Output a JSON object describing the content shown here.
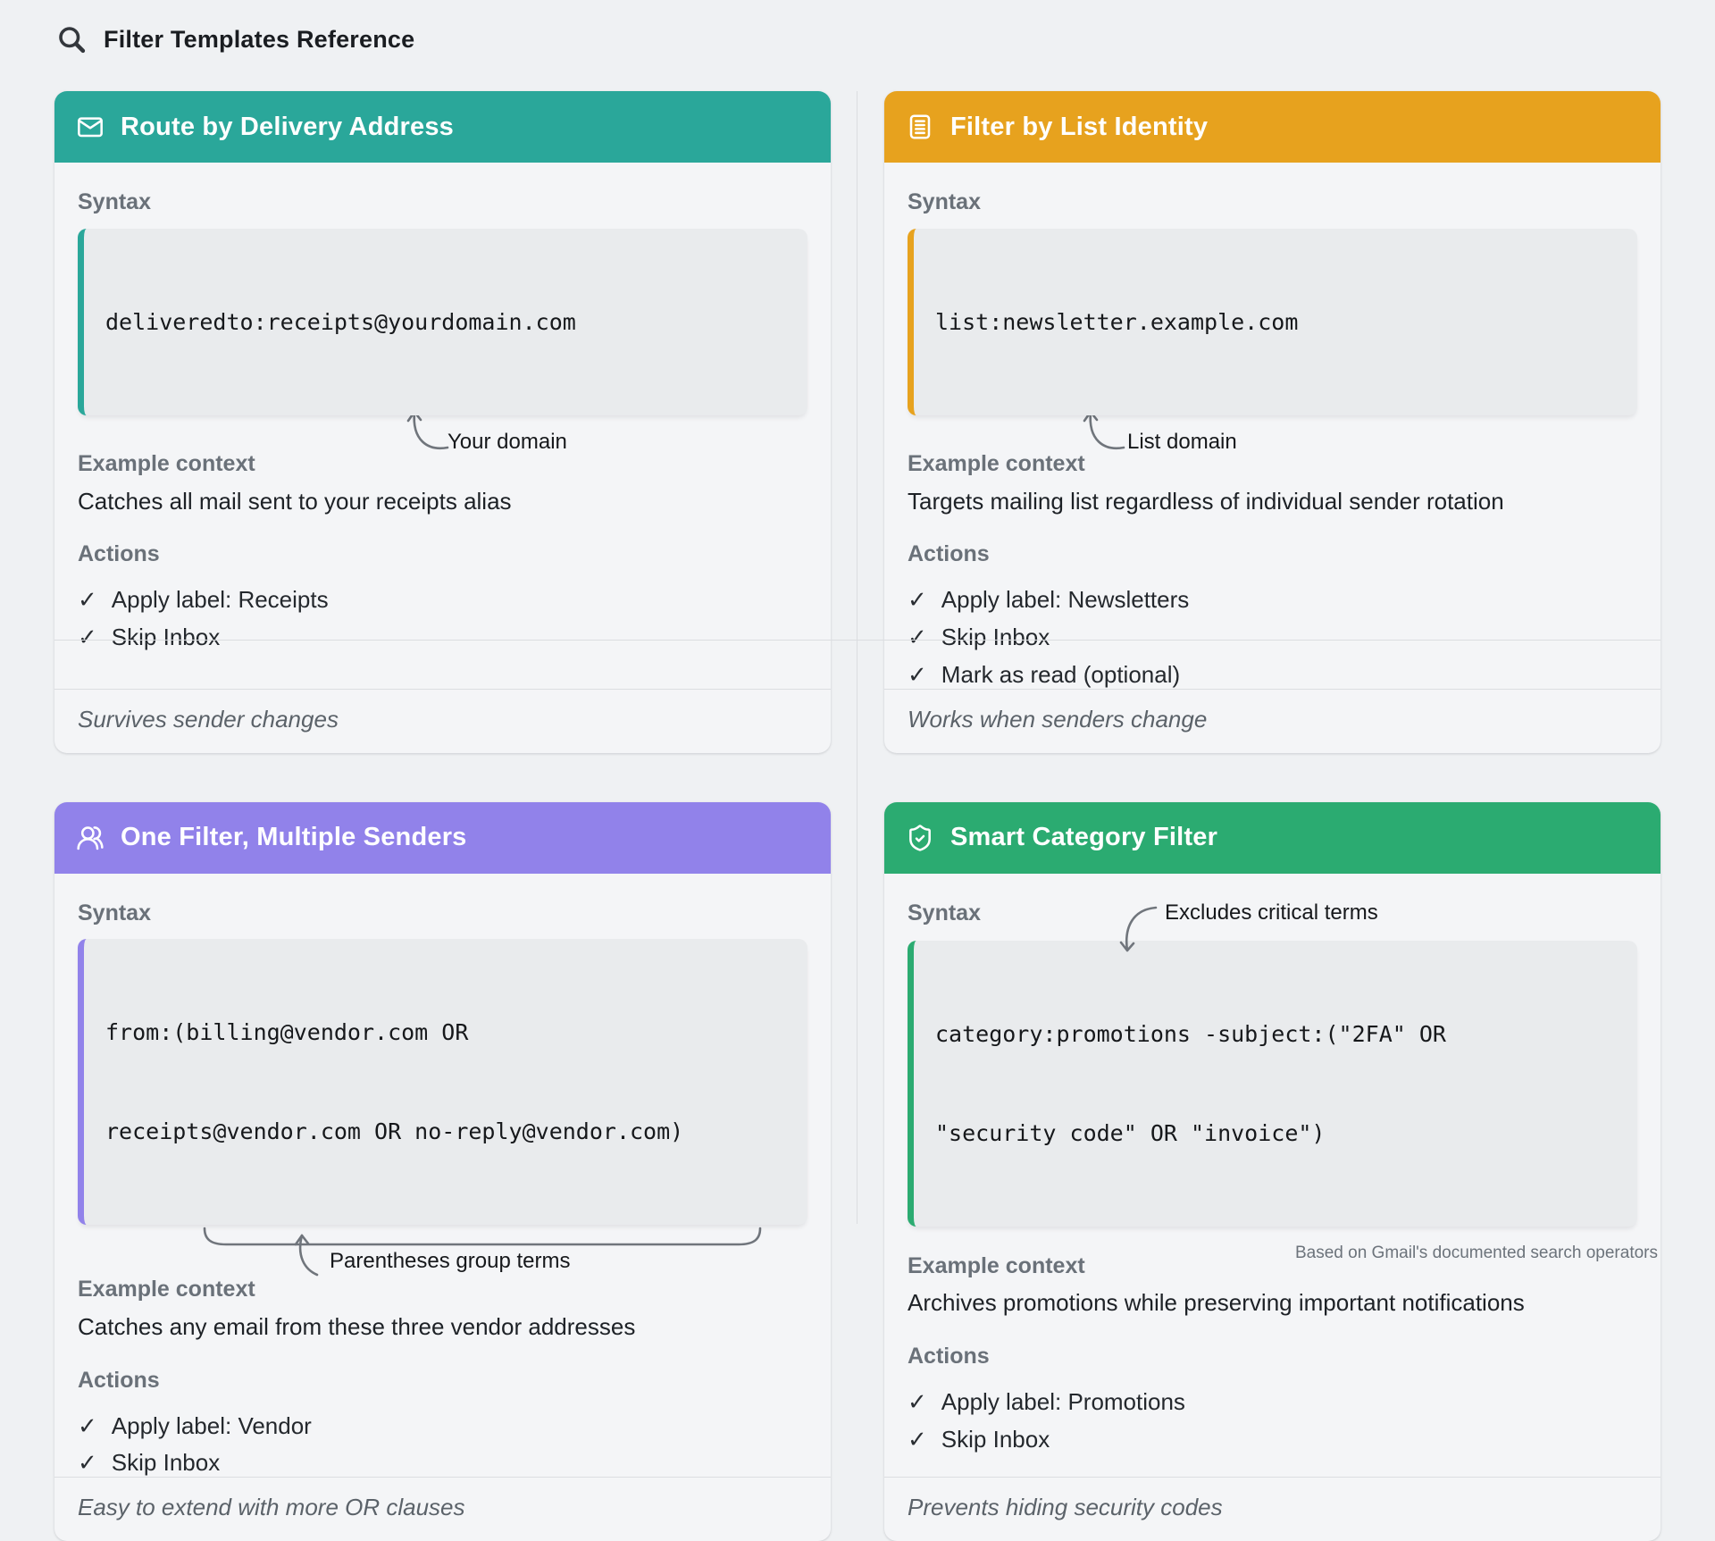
{
  "page": {
    "title": "Filter Templates Reference",
    "attribution": "Based on Gmail's documented search operators"
  },
  "labels": {
    "syntax": "Syntax",
    "example_context": "Example context",
    "actions": "Actions",
    "check": "✓"
  },
  "cards": [
    {
      "title": "Route by Delivery Address",
      "icon": "mail-icon",
      "accent": "#2AA79A",
      "code_lines": [
        "deliveredto:receipts@yourdomain.com"
      ],
      "annotation": "Your domain",
      "context": "Catches all mail sent to your receipts alias",
      "actions": [
        "Apply label: Receipts",
        "Skip Inbox"
      ],
      "footer": "Survives sender changes"
    },
    {
      "title": "Filter by List Identity",
      "icon": "list-icon",
      "accent": "#E7A21E",
      "code_lines": [
        "list:newsletter.example.com"
      ],
      "annotation": "List domain",
      "context": "Targets mailing list regardless of individual sender rotation",
      "actions": [
        "Apply label: Newsletters",
        "Skip Inbox",
        "Mark as read (optional)"
      ],
      "footer": "Works when senders change"
    },
    {
      "title": "One Filter, Multiple Senders",
      "icon": "users-icon",
      "accent": "#9182EA",
      "code_lines": [
        "from:(billing@vendor.com OR",
        "receipts@vendor.com OR no-reply@vendor.com)"
      ],
      "annotation": "Parentheses group terms",
      "context": "Catches any email from these three vendor addresses",
      "actions": [
        "Apply label: Vendor",
        "Skip Inbox"
      ],
      "footer": "Easy to extend with more OR clauses"
    },
    {
      "title": "Smart Category Filter",
      "icon": "shield-check-icon",
      "accent": "#2BAB71",
      "code_lines": [
        "category:promotions -subject:(\"2FA\" OR",
        "\"security code\" OR \"invoice\")"
      ],
      "annotation": "Excludes critical terms",
      "context": "Archives promotions while preserving important notifications",
      "actions": [
        "Apply label: Promotions",
        "Skip Inbox"
      ],
      "footer": "Prevents hiding security codes"
    }
  ]
}
